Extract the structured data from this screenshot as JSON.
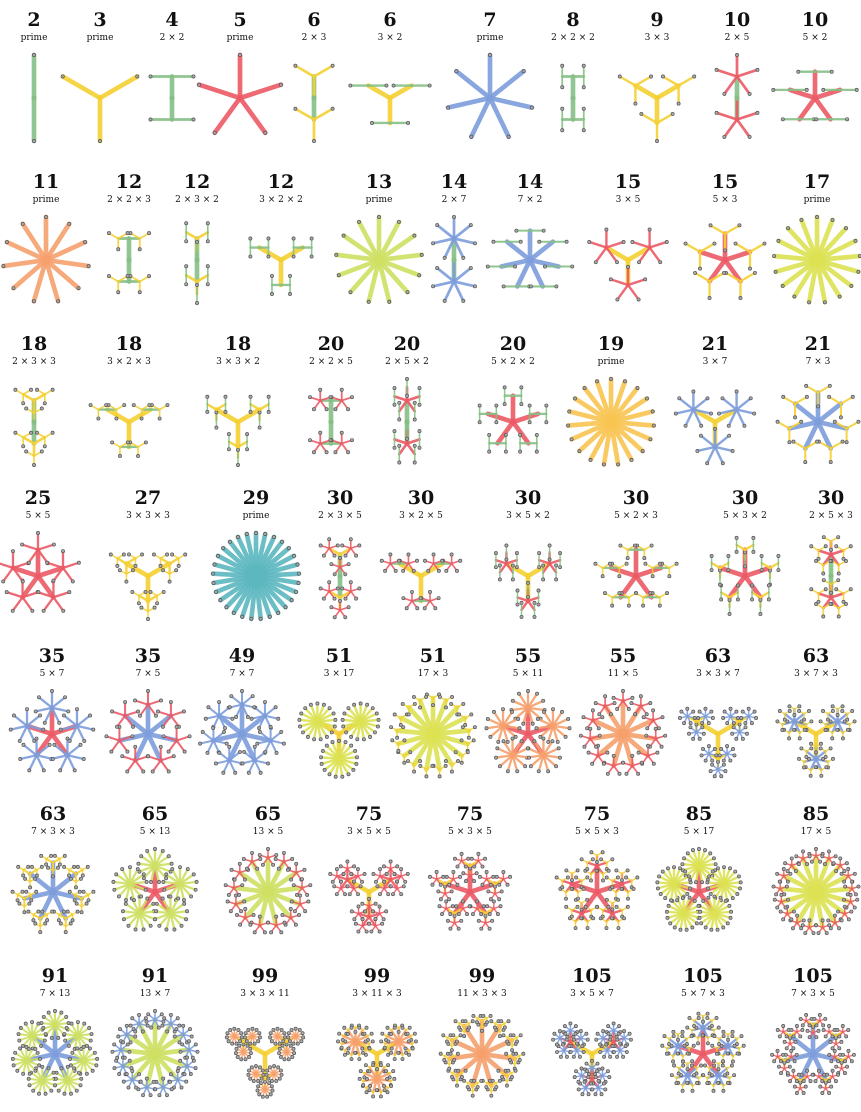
{
  "colors": {
    "2": "#86bf86",
    "3": "#f5d032",
    "5": "#ec5a66",
    "7": "#7d9ddc",
    "11": "#f6a06c",
    "13": "#cfe063",
    "17": "#dce252",
    "19": "#f9c552",
    "29": "#5cb7bf",
    "node": "#a9a9a9",
    "node_stroke": "#555555"
  },
  "rows": [
    [
      {
        "n": "2",
        "label": "prime",
        "factors": [
          2
        ]
      },
      {
        "n": "3",
        "label": "prime",
        "factors": [
          3
        ]
      },
      {
        "n": "4",
        "label": "2 × 2",
        "factors": [
          2,
          2
        ]
      },
      {
        "n": "5",
        "label": "prime",
        "factors": [
          5
        ]
      },
      {
        "n": "6",
        "label": "2 × 3",
        "factors": [
          2,
          3
        ]
      },
      {
        "n": "6",
        "label": "3 × 2",
        "factors": [
          3,
          2
        ]
      },
      {
        "n": "7",
        "label": "prime",
        "factors": [
          7
        ]
      },
      {
        "n": "8",
        "label": "2 × 2 × 2",
        "factors": [
          2,
          2,
          2
        ]
      },
      {
        "n": "9",
        "label": "3 × 3",
        "factors": [
          3,
          3
        ]
      },
      {
        "n": "10",
        "label": "2 × 5",
        "factors": [
          2,
          5
        ]
      },
      {
        "n": "10",
        "label": "5 × 2",
        "factors": [
          5,
          2
        ]
      }
    ],
    [
      {
        "n": "11",
        "label": "prime",
        "factors": [
          11
        ]
      },
      {
        "n": "12",
        "label": "2 × 2 × 3",
        "factors": [
          2,
          2,
          3
        ]
      },
      {
        "n": "12",
        "label": "2 × 3 × 2",
        "factors": [
          2,
          3,
          2
        ]
      },
      {
        "n": "12",
        "label": "3 × 2 × 2",
        "factors": [
          3,
          2,
          2
        ]
      },
      {
        "n": "13",
        "label": "prime",
        "factors": [
          13
        ]
      },
      {
        "n": "14",
        "label": "2 × 7",
        "factors": [
          2,
          7
        ]
      },
      {
        "n": "14",
        "label": "7 × 2",
        "factors": [
          7,
          2
        ]
      },
      {
        "n": "15",
        "label": "3 × 5",
        "factors": [
          3,
          5
        ]
      },
      {
        "n": "15",
        "label": "5 × 3",
        "factors": [
          5,
          3
        ]
      },
      {
        "n": "17",
        "label": "prime",
        "factors": [
          17
        ]
      }
    ],
    [
      {
        "n": "18",
        "label": "2 × 3 × 3",
        "factors": [
          2,
          3,
          3
        ]
      },
      {
        "n": "18",
        "label": "3 × 2 × 3",
        "factors": [
          3,
          2,
          3
        ]
      },
      {
        "n": "18",
        "label": "3 × 3 × 2",
        "factors": [
          3,
          3,
          2
        ]
      },
      {
        "n": "20",
        "label": "2 × 2 × 5",
        "factors": [
          2,
          2,
          5
        ]
      },
      {
        "n": "20",
        "label": "2 × 5 × 2",
        "factors": [
          2,
          5,
          2
        ]
      },
      {
        "n": "20",
        "label": "5 × 2 × 2",
        "factors": [
          5,
          2,
          2
        ]
      },
      {
        "n": "19",
        "label": "prime",
        "factors": [
          19
        ]
      },
      {
        "n": "21",
        "label": "3 × 7",
        "factors": [
          3,
          7
        ]
      },
      {
        "n": "21",
        "label": "7 × 3",
        "factors": [
          7,
          3
        ]
      }
    ],
    [
      {
        "n": "25",
        "label": "5 × 5",
        "factors": [
          5,
          5
        ]
      },
      {
        "n": "27",
        "label": "3 × 3 × 3",
        "factors": [
          3,
          3,
          3
        ]
      },
      {
        "n": "29",
        "label": "prime",
        "factors": [
          29
        ]
      },
      {
        "n": "30",
        "label": "2 × 3 × 5",
        "factors": [
          2,
          3,
          5
        ]
      },
      {
        "n": "30",
        "label": "3 × 2 × 5",
        "factors": [
          3,
          2,
          5
        ]
      },
      {
        "n": "30",
        "label": "3 × 5 × 2",
        "factors": [
          3,
          5,
          2
        ]
      },
      {
        "n": "30",
        "label": "5 × 2 × 3",
        "factors": [
          5,
          2,
          3
        ]
      },
      {
        "n": "30",
        "label": "5 × 3 × 2",
        "factors": [
          5,
          3,
          2
        ]
      },
      {
        "n": "30",
        "label": "2 × 5 × 3",
        "factors": [
          2,
          5,
          3
        ]
      }
    ],
    [
      {
        "n": "35",
        "label": "5 × 7",
        "factors": [
          5,
          7
        ]
      },
      {
        "n": "35",
        "label": "7 × 5",
        "factors": [
          7,
          5
        ]
      },
      {
        "n": "49",
        "label": "7 × 7",
        "factors": [
          7,
          7
        ]
      },
      {
        "n": "51",
        "label": "3 × 17",
        "factors": [
          3,
          17
        ]
      },
      {
        "n": "51",
        "label": "17 × 3",
        "factors": [
          17,
          3
        ]
      },
      {
        "n": "55",
        "label": "5 × 11",
        "factors": [
          5,
          11
        ]
      },
      {
        "n": "55",
        "label": "11 × 5",
        "factors": [
          11,
          5
        ]
      },
      {
        "n": "63",
        "label": "3 × 3 × 7",
        "factors": [
          3,
          3,
          7
        ]
      },
      {
        "n": "63",
        "label": "3 × 7 × 3",
        "factors": [
          3,
          7,
          3
        ]
      }
    ],
    [
      {
        "n": "63",
        "label": "7 × 3 × 3",
        "factors": [
          7,
          3,
          3
        ]
      },
      {
        "n": "65",
        "label": "5 × 13",
        "factors": [
          5,
          13
        ]
      },
      {
        "n": "65",
        "label": "13 × 5",
        "factors": [
          13,
          5
        ]
      },
      {
        "n": "75",
        "label": "3 × 5 × 5",
        "factors": [
          3,
          5,
          5
        ]
      },
      {
        "n": "75",
        "label": "5 × 3 × 5",
        "factors": [
          5,
          3,
          5
        ]
      },
      {
        "n": "75",
        "label": "5 × 5 × 3",
        "factors": [
          5,
          5,
          3
        ]
      },
      {
        "n": "85",
        "label": "5 × 17",
        "factors": [
          5,
          17
        ]
      },
      {
        "n": "85",
        "label": "17 × 5",
        "factors": [
          17,
          5
        ]
      }
    ],
    [
      {
        "n": "91",
        "label": "7 × 13",
        "factors": [
          7,
          13
        ]
      },
      {
        "n": "91",
        "label": "13 × 7",
        "factors": [
          13,
          7
        ]
      },
      {
        "n": "99",
        "label": "3 × 3 × 11",
        "factors": [
          3,
          3,
          11
        ]
      },
      {
        "n": "99",
        "label": "3 × 11 × 3",
        "factors": [
          3,
          11,
          3
        ]
      },
      {
        "n": "99",
        "label": "11 × 3 × 3",
        "factors": [
          11,
          3,
          3
        ]
      },
      {
        "n": "105",
        "label": "3 × 5 × 7",
        "factors": [
          3,
          5,
          7
        ]
      },
      {
        "n": "105",
        "label": "5 × 7 × 3",
        "factors": [
          5,
          7,
          3
        ]
      },
      {
        "n": "105",
        "label": "7 × 3 × 5",
        "factors": [
          7,
          3,
          5
        ]
      }
    ]
  ]
}
